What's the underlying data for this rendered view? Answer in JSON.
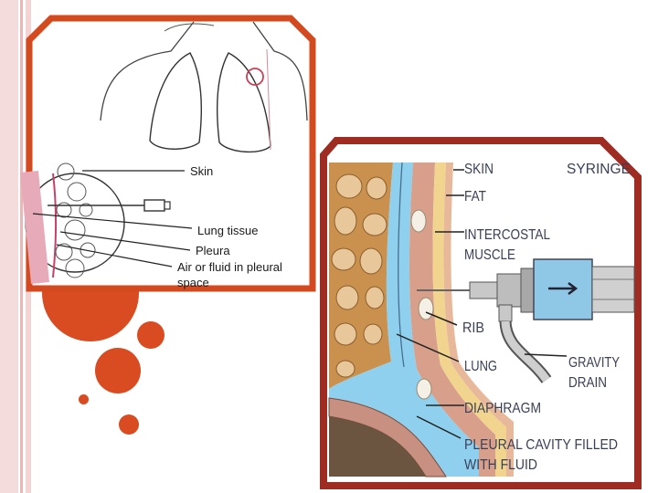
{
  "slide": {
    "colors": {
      "frame_left": "#d24a1e",
      "frame_right": "#9e2c22",
      "accent_dots": "#d94b20",
      "fluid": "#8fd0ee"
    }
  },
  "left_diagram": {
    "labels": {
      "skin": "Skin",
      "lung_tissue": "Lung tissue",
      "pleura": "Pleura",
      "air_fluid_line1": "Air or fluid in pleural",
      "air_fluid_line2": "space"
    }
  },
  "right_diagram": {
    "labels": {
      "skin": "SKIN",
      "fat": "FAT",
      "intercostal_line1": "INTERCOSTAL",
      "intercostal_line2": "MUSCLE",
      "syringe": "SYRINGE",
      "rib": "RIB",
      "lung": "LUNG",
      "gravity_line1": "GRAVITY",
      "gravity_line2": "DRAIN",
      "diaphragm": "DIAPHRAGM",
      "pleural_line1": "PLEURAL CAVITY FILLED",
      "pleural_line2": "WITH FLUID"
    }
  }
}
